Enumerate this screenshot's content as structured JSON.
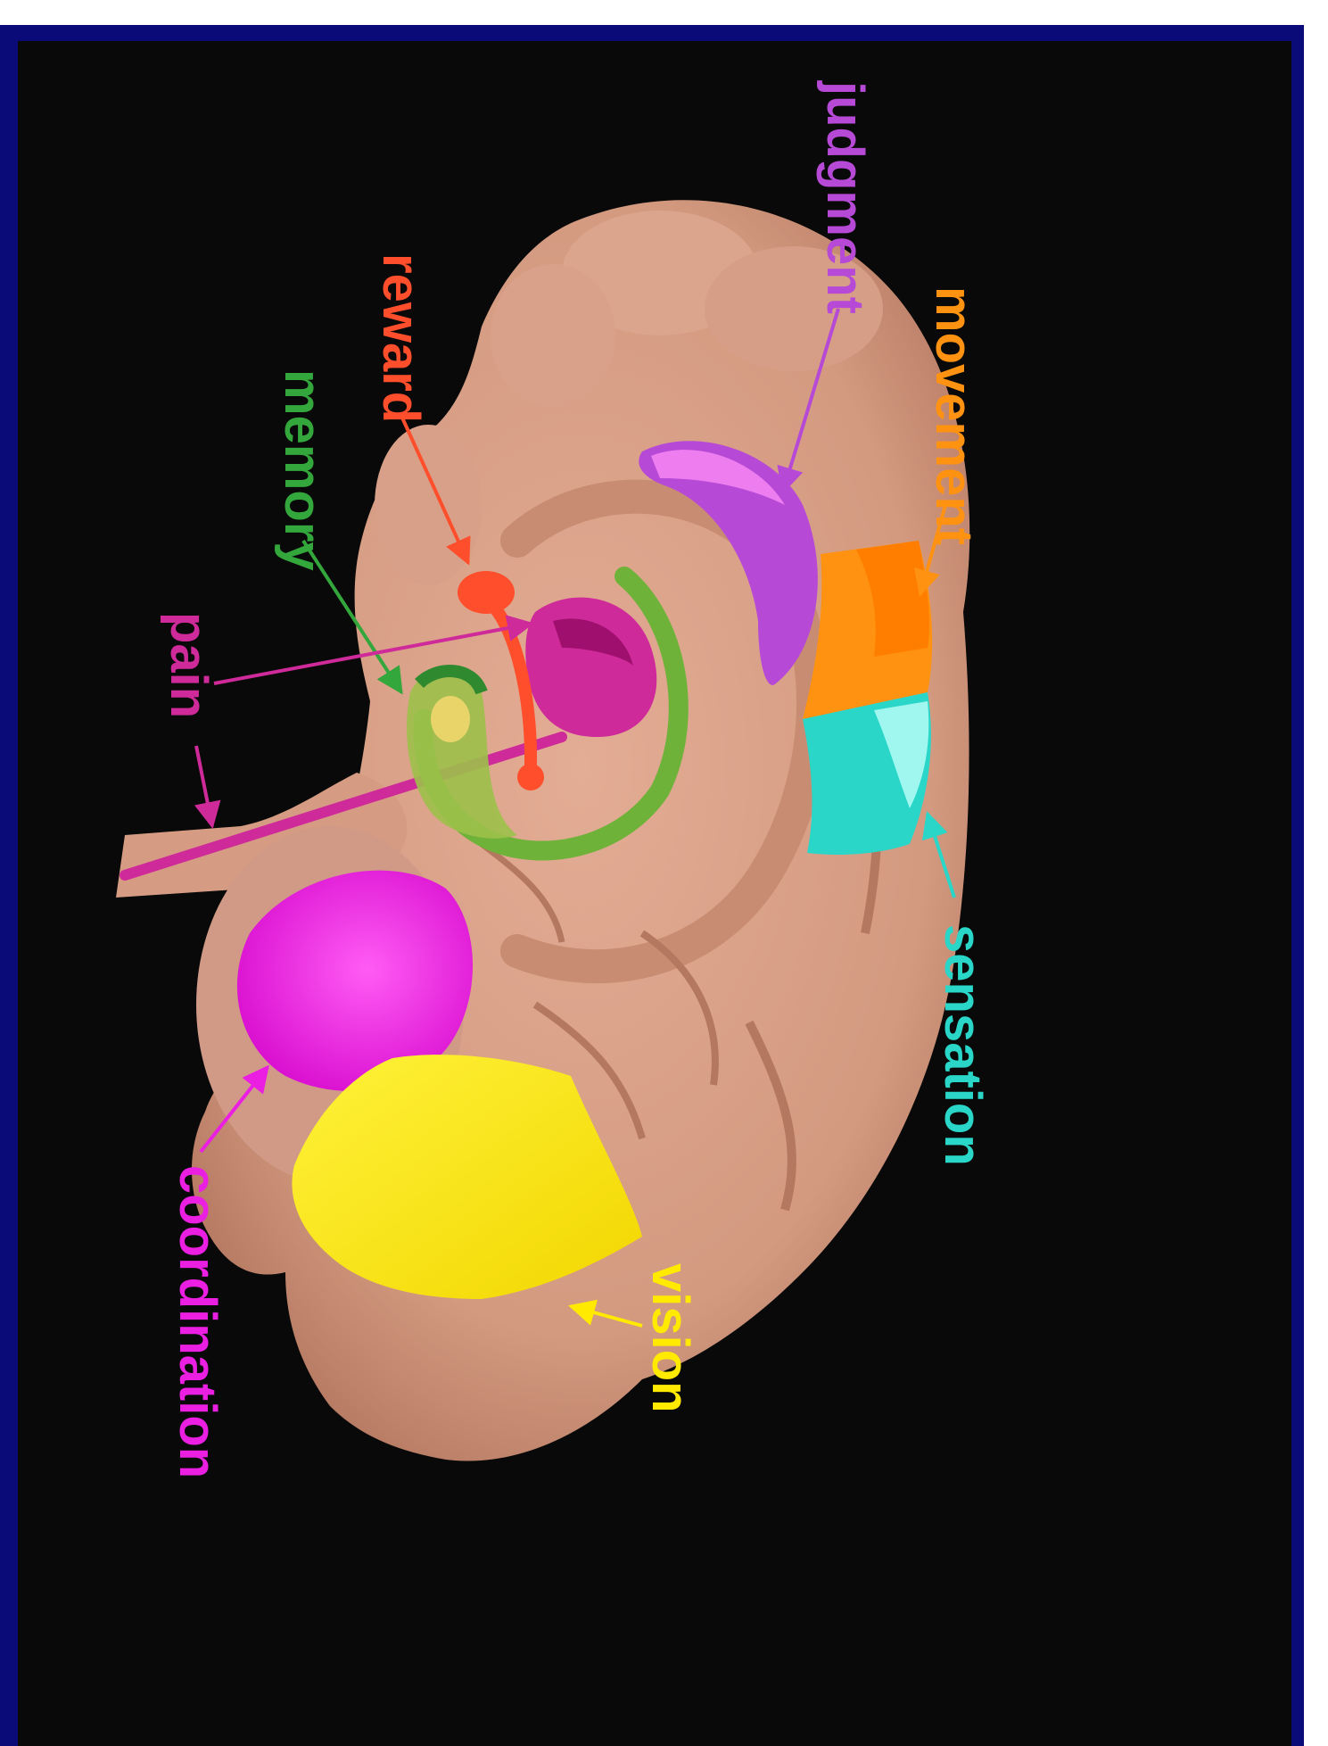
{
  "labels": {
    "judgment": "judgment",
    "movement": "movement",
    "reward": "reward",
    "memory": "memory",
    "pain": "pain",
    "sensation": "sensation",
    "coordination": "coordination",
    "vision": "vision"
  },
  "colors": {
    "frame": "#0a0a78",
    "background": "#090909",
    "brain": "#d9a087",
    "judgment": "#b64ad6",
    "movement": "#ff9211",
    "reward": "#ff4e2c",
    "memory": "#33a63c",
    "pain": "#cf2a9a",
    "sensation": "#29d6c8",
    "coordination": "#ea1fe2",
    "vision": "#ffea00"
  }
}
